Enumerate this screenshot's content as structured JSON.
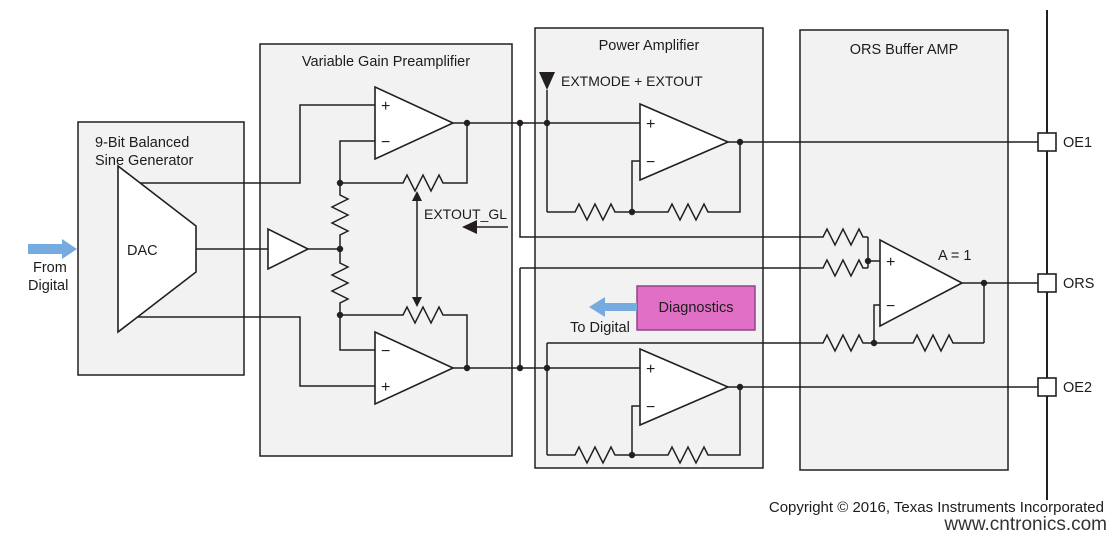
{
  "diagram": {
    "blocks": {
      "sine_generator": {
        "title_line1": "9-Bit Balanced",
        "title_line2": "Sine Generator",
        "dac_label": "DAC"
      },
      "preamp": {
        "title": "Variable Gain Preamplifier",
        "extout_gl_label": "EXTOUT_GL"
      },
      "power_amp": {
        "title": "Power Amplifier",
        "extmode_label": "EXTMODE + EXTOUT"
      },
      "ors_buffer": {
        "title": "ORS Buffer AMP",
        "gain_label": "A = 1"
      }
    },
    "signs": {
      "plus": "+",
      "minus": "−"
    },
    "io": {
      "from_digital_line1": "From",
      "from_digital_line2": "Digital",
      "to_digital_label": "To Digital",
      "diagnostics_label": "Diagnostics"
    },
    "pins": [
      {
        "label": "OE1"
      },
      {
        "label": "ORS"
      },
      {
        "label": "OE2"
      }
    ],
    "footer": {
      "copyright": "Copyright © 2016, Texas Instruments Incorporated",
      "watermark": "www.cntronics.com"
    },
    "colors": {
      "block_fill": "#f2f2f3",
      "line": "#231f20",
      "diagnostics_fill": "#e26fc6",
      "diagnostics_border": "#8e4486",
      "arrow_blue": "#76abdf",
      "watermark_green": "#b5d46a"
    }
  }
}
